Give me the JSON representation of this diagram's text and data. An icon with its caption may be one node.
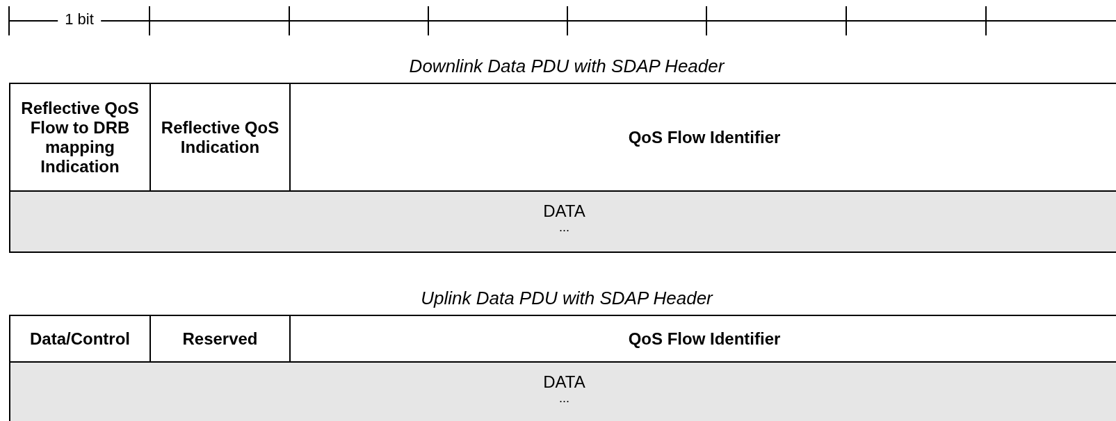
{
  "diagram": {
    "nodes": [
      {
        "text": [
          "Reflective QoS Flow to DRB mapping Indication"
        ]
      },
      {
        "text": [
          "Reflective QoS Indication"
        ]
      },
      {
        "text": [
          "QoS Flow Identifier"
        ]
      },
      {
        "text": [
          "DATA",
          "..."
        ]
      },
      {
        "text": [
          "Data/Control"
        ]
      },
      {
        "text": [
          "Reserved"
        ]
      },
      {
        "text": [
          "QoS Flow Identifier"
        ]
      },
      {
        "text": [
          "DATA",
          "..."
        ]
      }
    ],
    "edges": [],
    "labels": [
      "1 bit",
      "Downlink Data PDU with SDAP Header",
      "Uplink Data PDU with SDAP Header"
    ]
  }
}
